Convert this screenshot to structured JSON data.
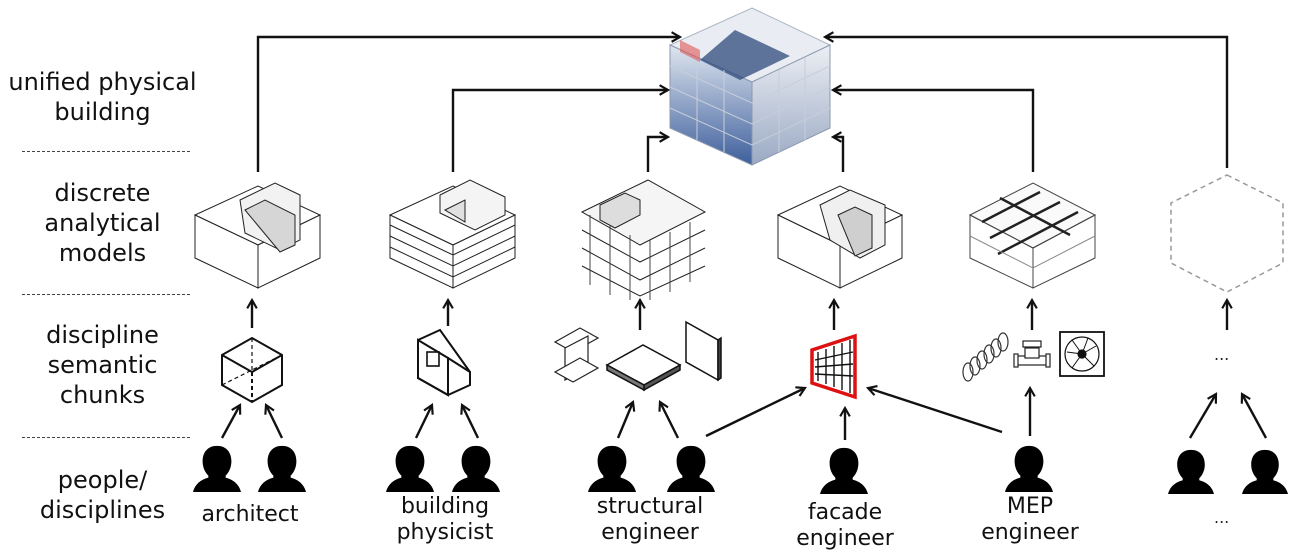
{
  "rows": {
    "unified": [
      "unified physical",
      "building"
    ],
    "discrete": [
      "discrete",
      "analytical",
      "models"
    ],
    "chunks": [
      "discipline",
      "semantic",
      "chunks"
    ],
    "people": [
      "people/",
      "disciplines"
    ]
  },
  "people": {
    "architect": [
      "architect"
    ],
    "physicist": [
      "building",
      "physicist"
    ],
    "structural": [
      "structural",
      "engineer"
    ],
    "facade": [
      "facade",
      "engineer"
    ],
    "mep": [
      "MEP",
      "engineer"
    ]
  },
  "placeholders": {
    "chunk_ellipsis": "...",
    "people_ellipsis": "..."
  }
}
